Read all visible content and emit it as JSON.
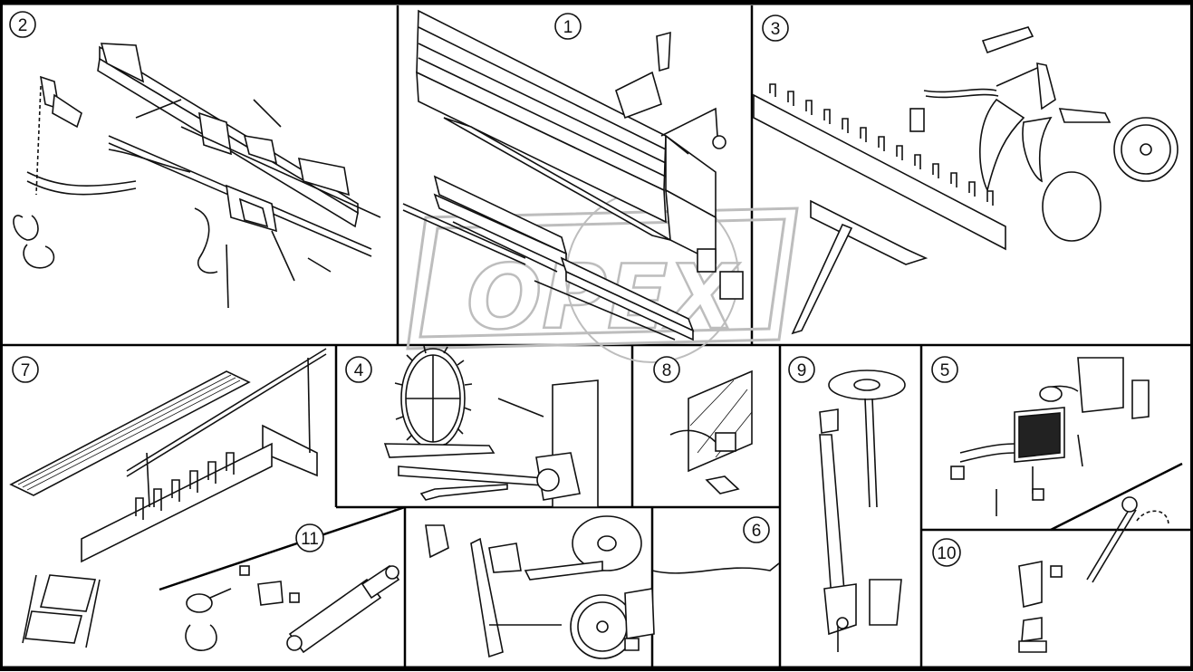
{
  "diagram": {
    "watermark": "OPEX",
    "sections": [
      {
        "id": "1",
        "label": "1"
      },
      {
        "id": "2",
        "label": "2"
      },
      {
        "id": "3",
        "label": "3"
      },
      {
        "id": "4",
        "label": "4"
      },
      {
        "id": "5",
        "label": "5"
      },
      {
        "id": "6",
        "label": "6"
      },
      {
        "id": "7",
        "label": "7"
      },
      {
        "id": "8",
        "label": "8"
      },
      {
        "id": "9",
        "label": "9"
      },
      {
        "id": "10",
        "label": "10"
      },
      {
        "id": "11",
        "label": "11"
      }
    ]
  },
  "colors": {
    "line": "#111111",
    "panel_border": "#000000",
    "watermark": "#bdbdbd"
  }
}
